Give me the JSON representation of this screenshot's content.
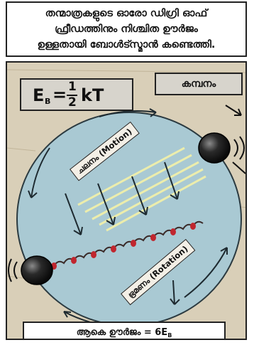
{
  "caption": {
    "line1": "തന്മാത്രകളുടെ ഓരോ ഡിഗ്രി ഓഫ്",
    "line2": "ഫ്രീഡത്തിനും നിശ്ചിത ഊർജം",
    "line3": "ഉള്ളതായി ബോൾട്സ്മാൻ കണ്ടെത്തി."
  },
  "formula": {
    "e": "E",
    "sub": "B",
    "eq": "=",
    "num": "1",
    "den": "2",
    "kt": "kT"
  },
  "vibration_label": "കമ്പനം",
  "motion_label": "ചലനം (Motion)",
  "rotation_label": "ഭ്രമണം (Rotation)",
  "total_energy": {
    "text": "ആകെ ഊർജം = 6E",
    "sub": "B"
  },
  "colors": {
    "panel_bg": "#d9cfb8",
    "sphere": "#a9c9d3",
    "spring": "#3a2a28",
    "bead": "#c0262e",
    "motion_lines": "#f4f1a8",
    "atom": "#1c1c1c"
  }
}
